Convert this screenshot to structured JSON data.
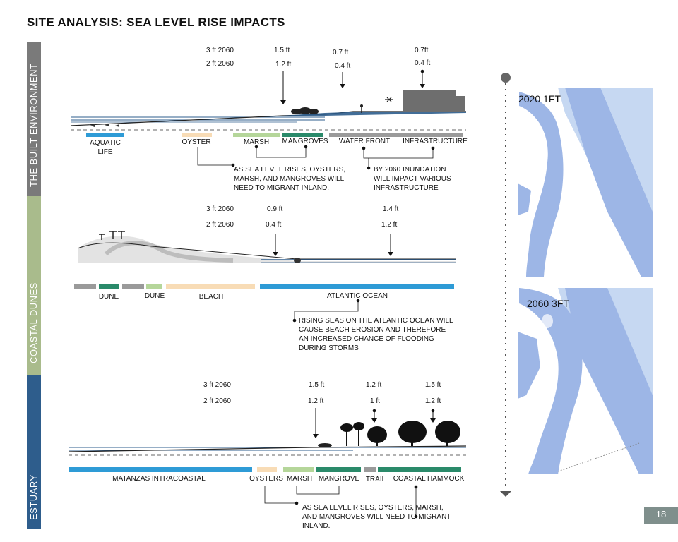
{
  "title": "SITE ANALYSIS: SEA LEVEL RISE IMPACTS",
  "page_number": "18",
  "sections": {
    "built": {
      "label": "THE BUILT ENVIRONMENT",
      "color": "#7a7a7a",
      "rise_3ft": "3 ft 2060",
      "rise_2ft": "2 ft 2060",
      "marker_a_top": "1.5 ft",
      "marker_a_bottom": "1.2 ft",
      "marker_b_top": "0.7 ft",
      "marker_b_bottom": "0.4 ft",
      "marker_c_top": "0.7ft",
      "marker_c_bottom": "0.4 ft",
      "categories": [
        "AQUATIC\nLIFE",
        "OYSTER",
        "MARSH",
        "MANGROVES",
        "WATER FRONT",
        "INFRASTRUCTURE"
      ],
      "note_left": "AS SEA LEVEL RISES, OYSTERS,\nMARSH, AND MANGROVES WILL\nNEED TO MIGRANT INLAND.",
      "note_right": "BY 2060 INUNDATION\nWILL IMPACT VARIOUS\nINFRASTRUCTURE"
    },
    "dunes": {
      "label": "COASTAL DUNES",
      "color": "#a9bb8c",
      "rise_3ft": "3 ft 2060",
      "rise_2ft": "2 ft 2060",
      "marker_a_top": "0.9 ft",
      "marker_a_bottom": "0.4 ft",
      "marker_b_top": "1.4 ft",
      "marker_b_bottom": "1.2 ft",
      "categories": [
        "DUNE",
        "DUNE",
        "BEACH",
        "ATLANTIC OCEAN"
      ],
      "note": "RISING SEAS ON THE ATLANTIC OCEAN WILL\nCAUSE BEACH EROSION AND THEREFORE\nAN INCREASED CHANCE OF FLOODING\nDURING STORMS"
    },
    "estuary": {
      "label": "ESTUARY",
      "color": "#2e5d8c",
      "rise_3ft": "3 ft 2060",
      "rise_2ft": "2 ft 2060",
      "marker_a_top": "1.5 ft",
      "marker_a_bottom": "1.2 ft",
      "marker_b_top": "1.2 ft",
      "marker_b_bottom": "1 ft",
      "marker_c_top": "1.5 ft",
      "marker_c_bottom": "1.2 ft",
      "categories": [
        "MATANZAS INTRACOASTAL",
        "OYSTERS",
        "MARSH",
        "MANGROVE",
        "TRAIL",
        "COASTAL HAMMOCK"
      ],
      "note": "AS SEA LEVEL RISES, OYSTERS, MARSH,\nAND MANGROVES WILL NEED TO MIGRANT\nINLAND."
    }
  },
  "maps": {
    "top_label": "2020 1FT",
    "bottom_label": "2060 3FT"
  },
  "colors": {
    "aquatic": "#2e9bd6",
    "oyster": "#f8dcb6",
    "marsh": "#b5d69a",
    "mangrove": "#2a8a6a",
    "infrastructure": "#9a9a9a",
    "water_map": "#9db6e6",
    "water_map_light": "#c6d8f2"
  }
}
